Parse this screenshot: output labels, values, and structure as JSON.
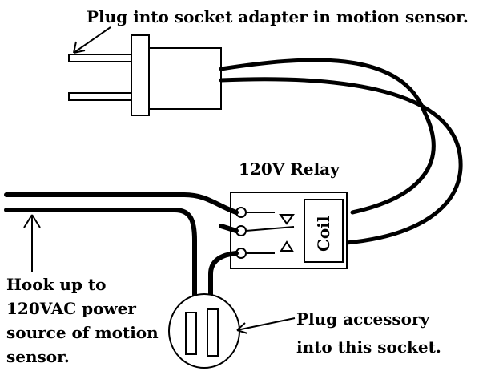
{
  "labels": {
    "plug_instruction": "Plug into socket adapter in motion sensor.",
    "relay_title": "120V Relay",
    "coil": "Coil",
    "hookup_line1": "Hook up to",
    "hookup_line2": "120VAC power",
    "hookup_line3": "source of motion",
    "hookup_line4": "sensor.",
    "accessory_line1": "Plug accessory",
    "accessory_line2": "into this socket."
  },
  "colors": {
    "ink": "#000000",
    "background": "#ffffff"
  }
}
